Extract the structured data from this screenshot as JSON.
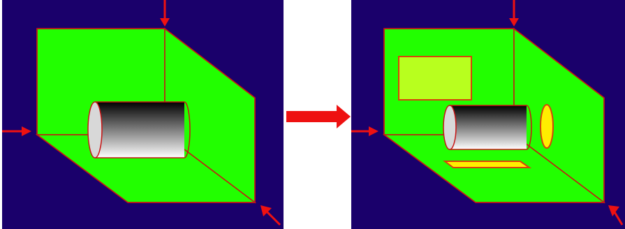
{
  "colors": {
    "background": "#ffffff",
    "panel_background": "#1a006b",
    "box_face": "#22ff00",
    "box_edge": "#c81414",
    "arrow": "#ee1111",
    "rect_fill": "#b8ff1e",
    "rect_edge": "#d8430a",
    "ellipse_fill": "#ffee00",
    "ellipse_edge": "#d8430a",
    "cylinder_dark": "#000000",
    "cylinder_light": "#ffffff"
  },
  "panels": [
    {
      "name": "before",
      "projections": []
    },
    {
      "name": "after",
      "projections": [
        "rectangle-back-wall",
        "ellipse-side-wall",
        "parallelogram-floor"
      ]
    }
  ],
  "arrows": {
    "light_sources": [
      "top",
      "left",
      "front"
    ],
    "transition": "right-arrow"
  }
}
